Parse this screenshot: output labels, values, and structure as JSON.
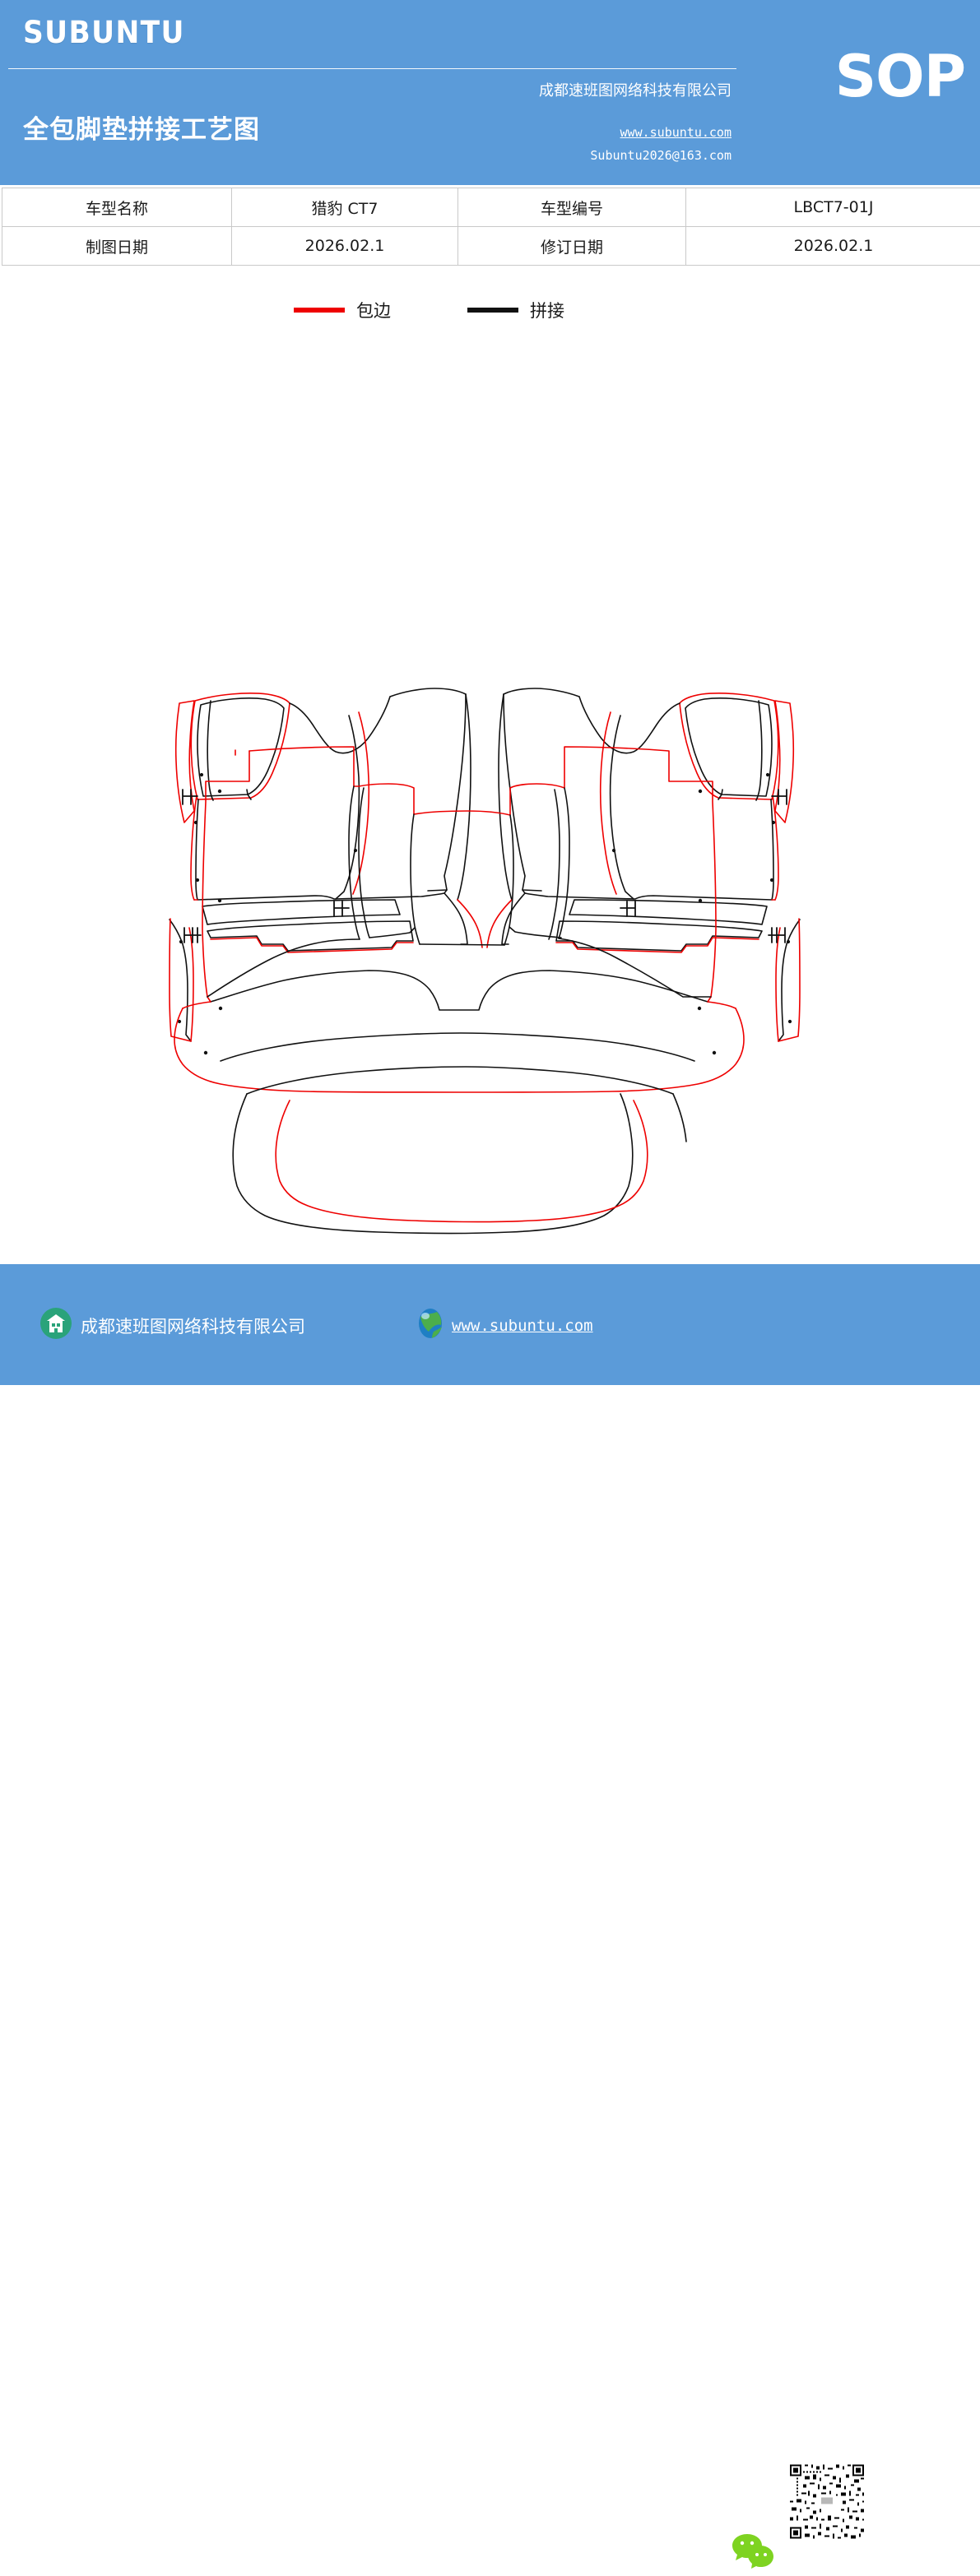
{
  "header": {
    "brand": "SUBUNTU",
    "doc_title": "全包脚垫拼接工艺图",
    "badge": "SOP",
    "company_cn": "成都速班图网络科技有限公司",
    "website": "www.subuntu.com",
    "email": "Subuntu2026@163.com",
    "bg_color": "#5b9bd9"
  },
  "info_table": {
    "rows": [
      {
        "label_1": "车型名称",
        "value_1": "猎豹 CT7",
        "label_2": "车型编号",
        "value_2": "LBCT7-01J"
      },
      {
        "label_1": "制图日期",
        "value_1": "2026.02.1",
        "label_2": "修订日期",
        "value_2": "2026.02.1"
      }
    ]
  },
  "legend": {
    "items": [
      {
        "label": "包边",
        "color": "#ee0000",
        "meaning": "binding-edge"
      },
      {
        "label": "拼接",
        "color": "#111111",
        "meaning": "splice-seam"
      }
    ]
  },
  "drawing": {
    "title": "全包脚垫拼接工艺图",
    "binding_color": "#ee0000",
    "splice_color": "#111111",
    "groups": [
      {
        "name": "front-left-mat-assembly"
      },
      {
        "name": "front-right-mat-assembly"
      },
      {
        "name": "rear-mat-assembly"
      }
    ]
  },
  "footer": {
    "company_cn": "成都速班图网络科技有限公司",
    "website": "www.subuntu.com",
    "bg_color": "#5b9bd9",
    "building_icon_color": "#2aa37a",
    "wechat_icon_color": "#7ed321"
  }
}
